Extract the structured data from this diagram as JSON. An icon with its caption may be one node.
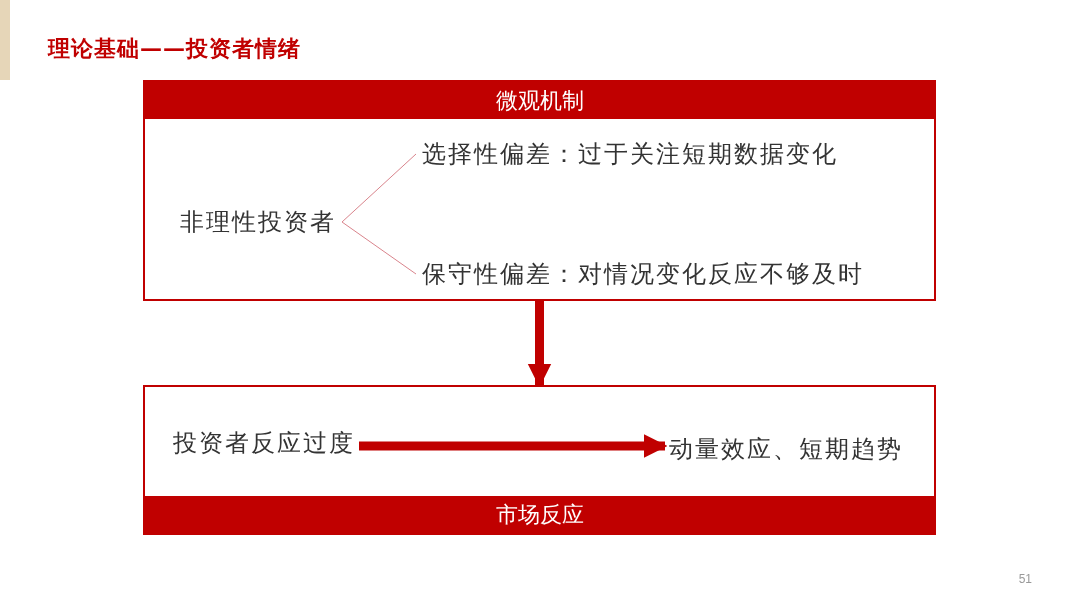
{
  "diagram": {
    "title": "理论基础——投资者情绪",
    "nodes": [
      {
        "text": [
          "微观机制"
        ]
      },
      {
        "text": [
          "非理性投资者"
        ],
        "in": 0
      },
      {
        "text": [
          "选择性偏差：过于关注短期数据变化"
        ],
        "in": 0
      },
      {
        "text": [
          "保守性偏差：对情况变化反应不够及时"
        ],
        "in": 0
      },
      {
        "text": [
          "市场反应"
        ]
      },
      {
        "text": [
          "投资者反应过度"
        ],
        "in": 4
      },
      {
        "text": [
          "动量效应、短期趋势"
        ],
        "in": 4
      }
    ],
    "edges": [
      {
        "from": 1,
        "to": 2,
        "arrow": "none",
        "color": "#d9848c"
      },
      {
        "from": 1,
        "to": 3,
        "arrow": "none",
        "color": "#d9848c"
      },
      {
        "from": 0,
        "to": 4,
        "arrow": "to",
        "style": "thick",
        "color": "#c00000"
      },
      {
        "from": 5,
        "to": 6,
        "arrow": "to",
        "style": "thick",
        "color": "#c00000"
      }
    ],
    "labels": [
      "51"
    ]
  }
}
